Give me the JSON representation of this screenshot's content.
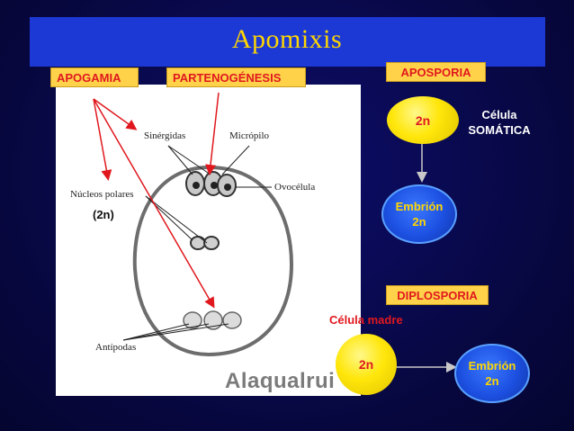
{
  "title": "Apomixis",
  "tags": {
    "apogamia": "APOGAMIA",
    "partenogenesis": "PARTENOGÉNESIS",
    "aposporia": "APOSPORIA",
    "diplosporia": "DIPLOSPORIA"
  },
  "ovule_diagram": {
    "sinergidas": "Sinérgidas",
    "micropilo": "Micrópilo",
    "ovocelula": "Ovocélula",
    "nucleos_polares": "Núcleos polares",
    "nucleos_ploidy": "(2n)",
    "antipodas": "Antípodas",
    "watermark": "Alaqualrui"
  },
  "aposporia": {
    "cell_ploidy": "2n",
    "cell_label_line1": "Célula",
    "cell_label_line2": "SOMÁTICA",
    "embryo_line1": "Embrión",
    "embryo_line2": "2n"
  },
  "diplosporia": {
    "mother_label": "Célula madre",
    "cell_ploidy": "2n",
    "embryo_line1": "Embrión",
    "embryo_line2": "2n"
  },
  "colors": {
    "background": "#0a0a55",
    "title_bar": "#1c39d6",
    "title_text": "#ffd700",
    "tag_bg": "#ffd24a",
    "tag_text": "#e0181e",
    "arrow_red": "#e0181e"
  }
}
